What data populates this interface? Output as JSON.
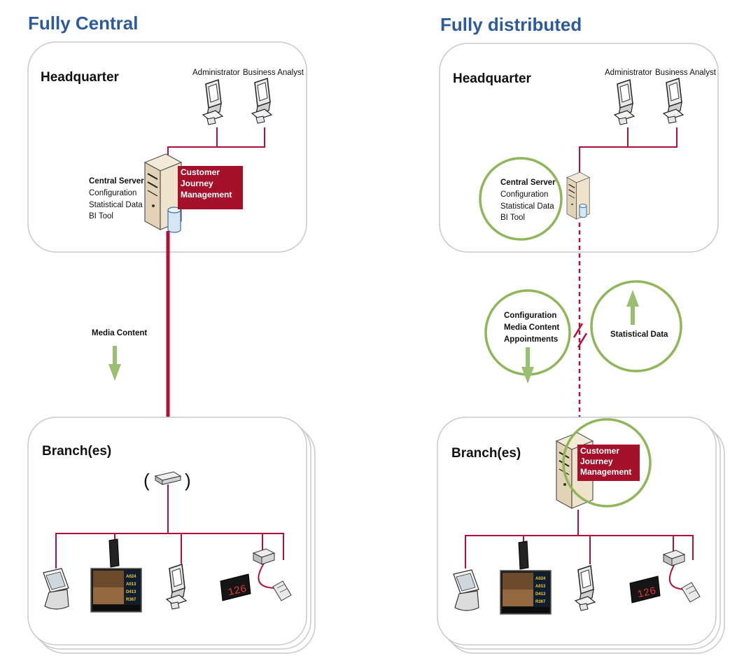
{
  "left": {
    "title": "Fully Central",
    "hq": {
      "title": "Headquarter",
      "administrator": "Administrator",
      "business_analyst": "Business Analyst",
      "server_name": "Central Server",
      "server_lines": [
        "Configuration",
        "Statistical Data",
        "BI Tool"
      ],
      "cjm_lines": [
        "Customer",
        "Journey",
        "Management"
      ]
    },
    "flow_label": "Media Content",
    "branch": {
      "title": "Branch(es)"
    }
  },
  "right": {
    "title": "Fully distributed",
    "hq": {
      "title": "Headquarter",
      "administrator": "Administrator",
      "business_analyst": "Business Analyst",
      "server_name": "Central Server",
      "server_lines": [
        "Configuration",
        "Statistical Data",
        "BI Tool"
      ]
    },
    "down_flow_lines": [
      "Configuration",
      "Media Content",
      "Appointments"
    ],
    "up_flow_label": "Statistical Data",
    "branch": {
      "title": "Branch(es)",
      "cjm_lines": [
        "Customer",
        "Journey",
        "Management"
      ]
    }
  },
  "ticket_display": {
    "number": "126"
  },
  "screen_rows": [
    "A024",
    "A013",
    "D413",
    "R367"
  ],
  "colors": {
    "title": "#2d5b9a",
    "link": "#b0103a",
    "cjm_box": "#a5102b",
    "arrow": "#9bbf70",
    "highlight_ring": "#8fb659",
    "box_border": "#c9c9c9"
  }
}
